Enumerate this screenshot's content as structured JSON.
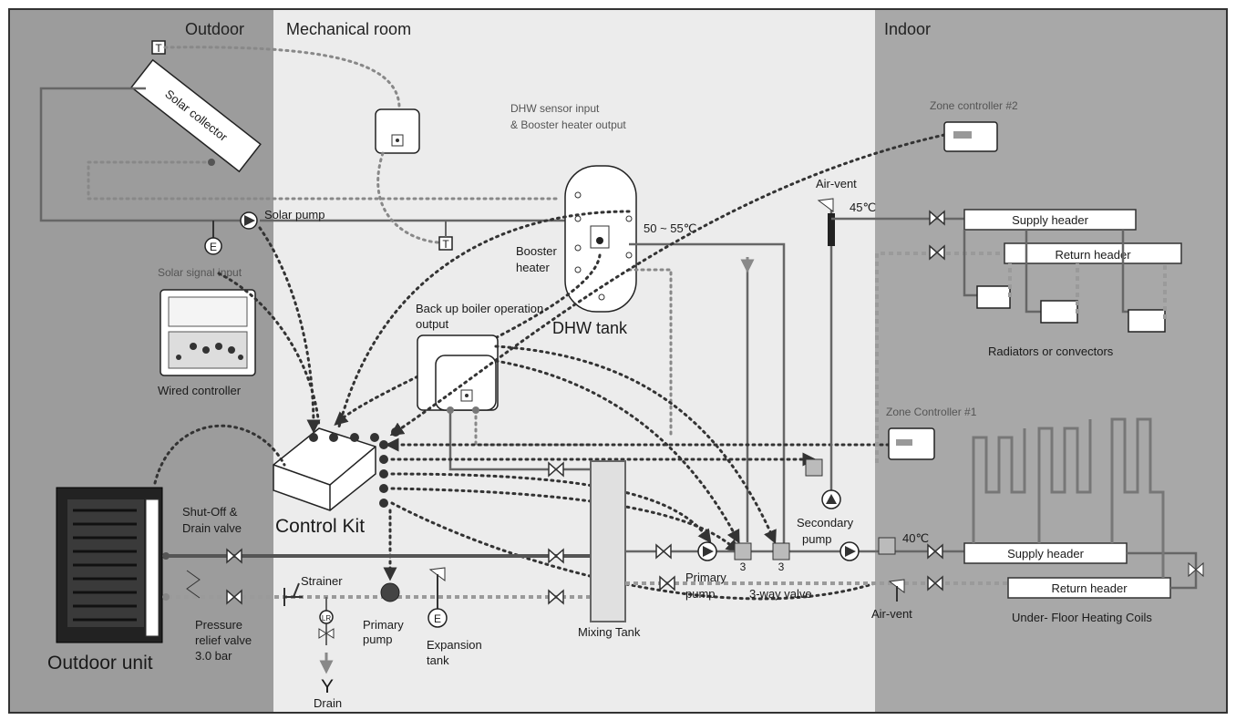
{
  "zones": {
    "outdoor": "Outdoor",
    "mechanical": "Mechanical room",
    "indoor": "Indoor"
  },
  "labels": {
    "solar_collector": "Solar collector",
    "solar_pump": "Solar pump",
    "solar_signal_input": "Solar signal input",
    "wired_controller": "Wired controller",
    "dhw_sensor_line1": "DHW sensor input",
    "dhw_sensor_line2": "& Booster heater output",
    "booster_line1": "Booster",
    "booster_line2": "heater",
    "dhw_tank": "DHW tank",
    "dhw_temp": "50 ~ 55℃",
    "backup_line1": "Back up boiler operation",
    "backup_line2": "output",
    "zone_controller_2": "Zone controller #2",
    "zone_controller_1": "Zone Controller #1",
    "air_vent_top": "Air-vent",
    "temp_45": "45℃",
    "supply_header_top": "Supply header",
    "return_header_top": "Return header",
    "radiators": "Radiators or convectors",
    "control_kit": "Control Kit",
    "shutoff_line1": "Shut-Off &",
    "shutoff_line2": "Drain valve",
    "strainer": "Strainer",
    "primary_pump_left_1": "Primary",
    "primary_pump_left_2": "pump",
    "expansion_1": "Expansion",
    "expansion_2": "tank",
    "mixing_tank": "Mixing Tank",
    "primary_pump_right_1": "Primary",
    "primary_pump_right_2": "pump",
    "three_way_valve": "3-way valve",
    "secondary_1": "Secondary",
    "secondary_2": "pump",
    "temp_40": "40℃",
    "supply_header_bottom": "Supply header",
    "return_header_bottom": "Return header",
    "air_vent_bottom": "Air-vent",
    "underfloor": "Under- Floor Heating Coils",
    "outdoor_unit": "Outdoor unit",
    "relief_line1": "Pressure",
    "relief_line2": "relief valve",
    "relief_line3": "3.0 bar",
    "drain": "Drain",
    "drain_symbol": "Y",
    "sensor_t": "T",
    "expansion_e": "E",
    "valve_num": "3",
    "lr": "LR"
  },
  "colors": {
    "outdoor_bg": "#9c9c9c",
    "mechanical_bg": "#ececec",
    "indoor_bg": "#a8a8a8"
  }
}
